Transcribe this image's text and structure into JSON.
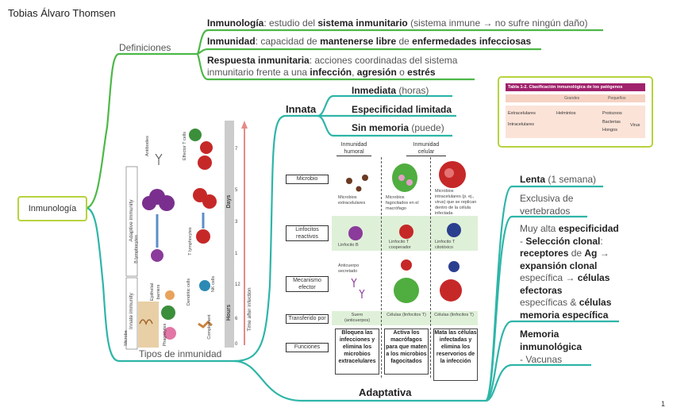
{
  "author": "Tobias Álvaro Thomsen",
  "page_number": "1",
  "root": "Inmunología",
  "definiciones": {
    "label": "Definiciones",
    "items": [
      {
        "b1": "Inmunología",
        "t1": ": estudio del ",
        "b2": "sistema inmunitario",
        "t2": " (sistema inmune → no sufre ningún daño)"
      },
      {
        "b1": "Inmunidad",
        "t1": ": capacidad de ",
        "b2": "mantenerse libre",
        "t2": " de ",
        "b3": "enfermedades infecciosas"
      },
      {
        "b1": "Respuesta inmunitaria",
        "t1": ": acciones coordinadas del sistema",
        "line2a": "inmunitario frente a una ",
        "b2": "infección",
        "t2": ", ",
        "b3": "agresión",
        "t3": " o ",
        "b4": "estrés"
      }
    ]
  },
  "tipos": {
    "label": "Tipos de inmunidad",
    "innata": {
      "label": "Innata",
      "items": [
        {
          "bold": "Inmediata",
          "light": " (horas)"
        },
        {
          "bold": "Especificidad limitada",
          "light": ""
        },
        {
          "bold": "Sin memoria",
          "light": " (puede)"
        }
      ]
    },
    "adaptativa": {
      "label": "Adaptativa",
      "lenta": {
        "bold": "Lenta",
        "light": " (1 semana)"
      },
      "exclusiva": {
        "l1": "Exclusiva de",
        "l2": "vertebrados"
      },
      "especificidad": {
        "a": "Muy alta ",
        "a_b": "especificidad",
        "b": "- ",
        "b_b": "Selección clonal",
        "c_b": "receptores",
        "c": " de ",
        "c_b2": "Ag",
        "d_b": "expansión clonal",
        "e": "específica → ",
        "e_b": "células",
        "f_b": "efectoras",
        "g": "específicas & ",
        "g_b": "células",
        "h_b": "memoria específica"
      },
      "memoria": {
        "l1": "Memoria",
        "l2": "inmunológica",
        "l3": "- Vacunas"
      }
    }
  },
  "table": {
    "title": "Tabla 1-2. Clasificación inmunológica de los patógenos",
    "col_grandes": "Grandes",
    "col_pequenos": "Pequeños",
    "rows": [
      "Extracelulares",
      "Intracelulares"
    ],
    "helmintos": "Helmintos",
    "protozoos": "Protozoos",
    "bacterias": "Bacterias",
    "hongos": "Hongos",
    "virus": "Virus"
  },
  "figure_left": {
    "innate_immunity": "Innate immunity",
    "adaptive_immunity": "Adaptive immunity",
    "epithelial_barriers": "Epithelial barriers",
    "phagocytes": "Phagocytes",
    "dendritic_cells": "Dendritic cells",
    "complement": "Complement",
    "nk_cells": "NK cells",
    "b_lymphocytes": "B lymphocytes",
    "t_lymphocytes": "T lymphocytes",
    "antibodies": "Antibodies",
    "effector_t_cells": "Effector T cells",
    "microbe": "Microbe",
    "hours": "Hours",
    "days": "Days",
    "time_after_infection": "Time after infection",
    "ticks_hours": [
      "0",
      "6",
      "12"
    ],
    "ticks_days": [
      "1",
      "3",
      "5",
      "7"
    ]
  },
  "figure_right": {
    "col_humoral": "Inmunidad humoral",
    "col_celular": "Inmunidad celular",
    "row_microbio": "Microbio",
    "row_linfocitos": "Linfocitos reactivos",
    "row_mecanismo": "Mecanismo efector",
    "row_transferido": "Transferido por",
    "row_funciones": "Funciones",
    "microbios_extracelulares": "Microbios extracelulares",
    "microbios_fagocitados": "Microbios fagocitados en el macrófago",
    "microbios_intracelulares": "Microbios intracelulares (p. ej., virus) que se replican dentro de la célula infectada",
    "linfocito_b": "Linfocito B",
    "linfocito_t_coop": "Linfocito T cooperador",
    "linfocito_t_cito": "Linfocito T citotóxico",
    "anticuerpo": "Anticuerpo secretado",
    "suero": "Suero (anticuerpos)",
    "celulas1": "Células (linfocitos T)",
    "celulas2": "Células (linfocitos T)",
    "func1": "Bloquea las infecciones y elimina los microbios extracelulares",
    "func2": "Activa los macrófagos para que maten a los microbios fagocitados",
    "func3": "Mata las células infectadas y elimina los reservorios de la infección"
  },
  "colors": {
    "green": "#4db848",
    "teal": "#2eb5a8",
    "table_border": "#b5d33d",
    "table_title_bg": "#a0226c"
  }
}
